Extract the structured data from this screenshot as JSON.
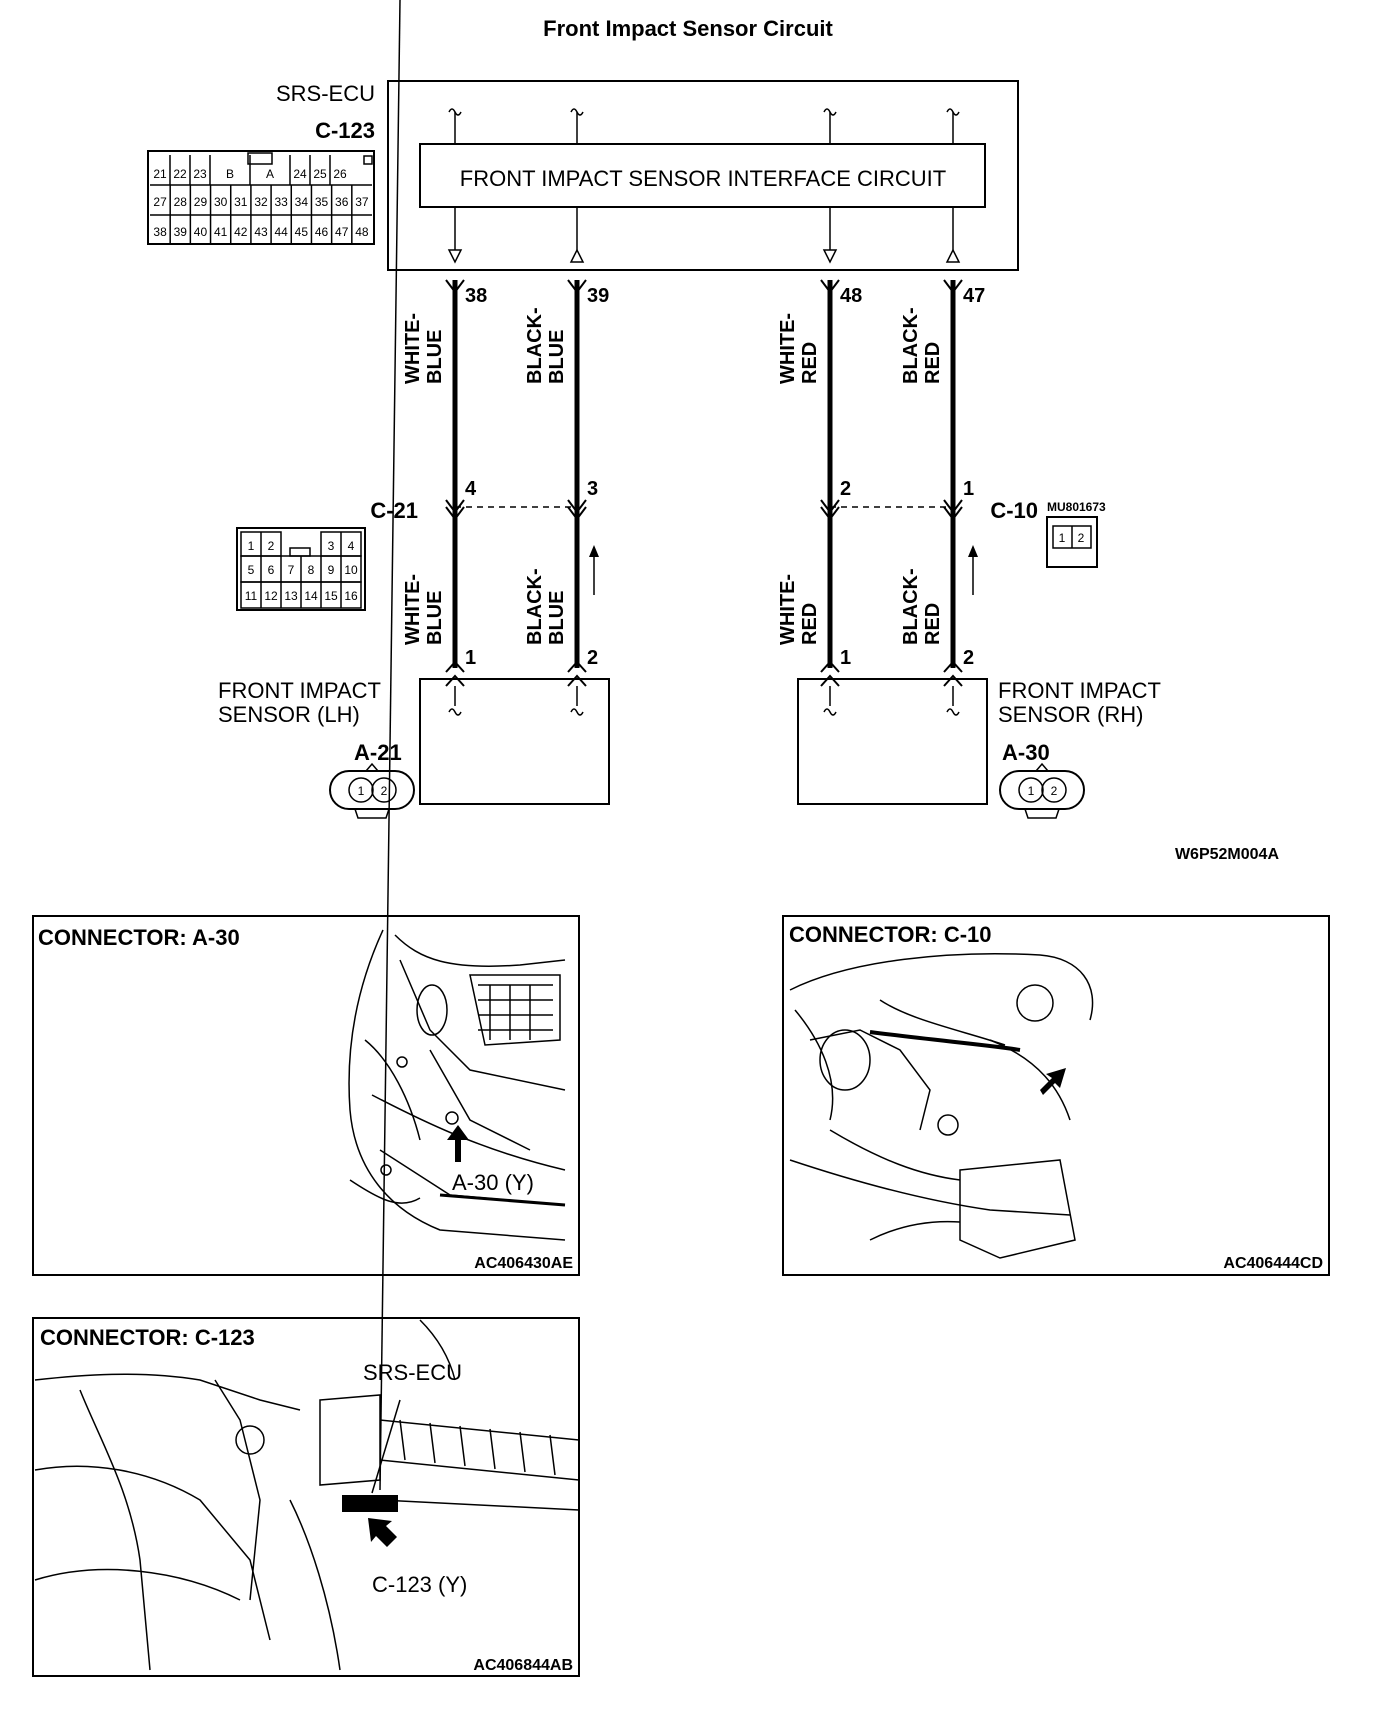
{
  "title": "Front Impact Sensor Circuit",
  "ecu": {
    "name": "SRS-ECU",
    "connector": "C-123",
    "interface_label": "FRONT IMPACT SENSOR INTERFACE CIRCUIT",
    "connector_cells": {
      "row1": [
        "21",
        "22",
        "23",
        "B",
        "A",
        "24",
        "25",
        "26"
      ],
      "row2": [
        "27",
        "28",
        "29",
        "30",
        "31",
        "32",
        "33",
        "34",
        "35",
        "36",
        "37"
      ],
      "row3": [
        "38",
        "39",
        "40",
        "41",
        "42",
        "43",
        "44",
        "45",
        "46",
        "47",
        "48"
      ]
    }
  },
  "wires": [
    {
      "top_pin": "38",
      "color_line1": "WHITE-",
      "color_line2": "BLUE",
      "mid_pin": "4",
      "bottom_pin": "1"
    },
    {
      "top_pin": "39",
      "color_line1": "BLACK-",
      "color_line2": "BLUE",
      "mid_pin": "3",
      "bottom_pin": "2"
    },
    {
      "top_pin": "48",
      "color_line1": "WHITE-",
      "color_line2": "RED",
      "mid_pin": "2",
      "bottom_pin": "1"
    },
    {
      "top_pin": "47",
      "color_line1": "BLACK-",
      "color_line2": "RED",
      "mid_pin": "1",
      "bottom_pin": "2"
    }
  ],
  "junctions": {
    "left": {
      "name": "C-21",
      "cells_row1": [
        "1",
        "2",
        "3",
        "4"
      ],
      "cells_row2": [
        "5",
        "6",
        "7",
        "8",
        "9",
        "10"
      ],
      "cells_row3": [
        "11",
        "12",
        "13",
        "14",
        "15",
        "16"
      ]
    },
    "right": {
      "name": "C-10",
      "part_no": "MU801673",
      "cells": [
        "1",
        "2"
      ]
    }
  },
  "sensors": {
    "left": {
      "line1": "FRONT IMPACT",
      "line2": "SENSOR (LH)",
      "connector": "A-21",
      "pins": [
        "1",
        "2"
      ]
    },
    "right": {
      "line1": "FRONT IMPACT",
      "line2": "SENSOR (RH)",
      "connector": "A-30",
      "pins": [
        "1",
        "2"
      ]
    }
  },
  "figure_code": "W6P52M004A",
  "panels": [
    {
      "title": "CONNECTOR: A-30",
      "callout": "A-30 (Y)",
      "code": "AC406430AE"
    },
    {
      "title": "CONNECTOR: C-10",
      "callout": "",
      "code": "AC406444CD"
    },
    {
      "title": "CONNECTOR: C-123",
      "callout": "C-123 (Y)",
      "extra": "SRS-ECU",
      "code": "AC406844AB"
    }
  ]
}
